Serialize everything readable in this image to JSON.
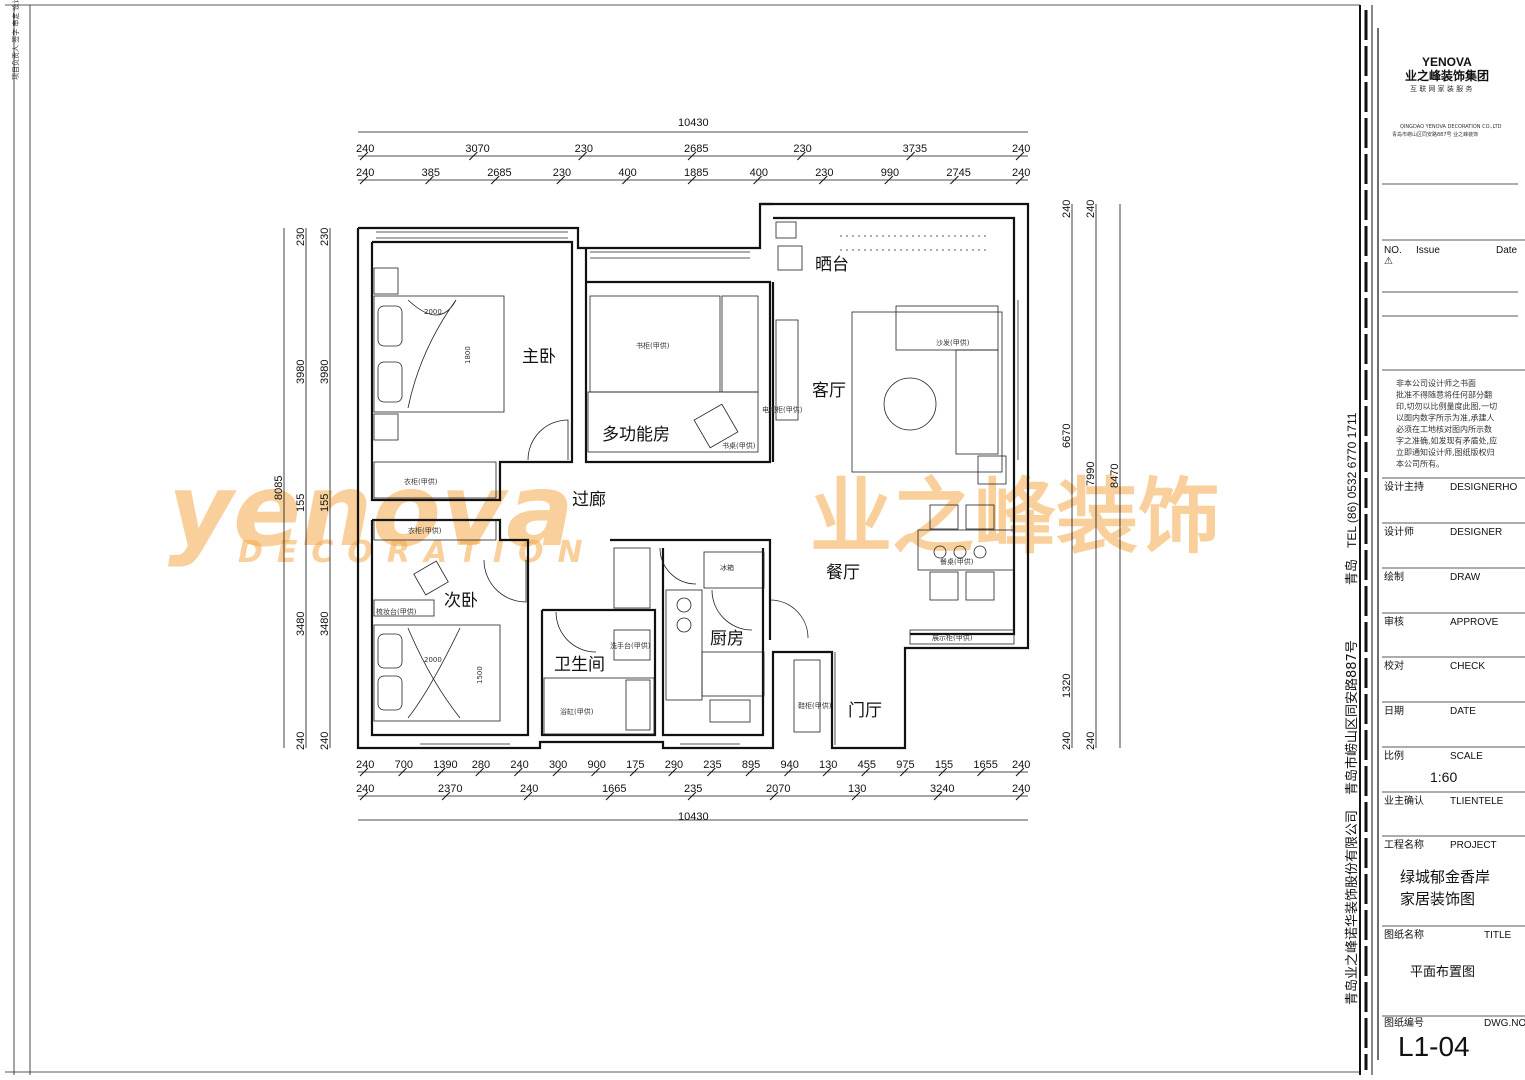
{
  "rooms": {
    "master_bedroom": "主卧",
    "multi_room": "多功能房",
    "balcony": "晒台",
    "living_room": "客厅",
    "corridor": "过廊",
    "second_bedroom": "次卧",
    "dining_room": "餐厅",
    "kitchen": "厨房",
    "bathroom": "卫生间",
    "foyer": "门厅"
  },
  "furniture": {
    "sofa": "沙发(甲供)",
    "dining_table": "餐桌(甲供)",
    "wardrobe_master": "衣柜(甲供)",
    "wardrobe_second": "衣柜(甲供)",
    "desk_multi": "书桌(甲供)",
    "shelf_multi": "书柜(甲供)",
    "tv_cabinet": "电视柜(甲供)",
    "dresser_second": "梳妆台(甲供)",
    "display_cabinet": "展示柜(甲供)",
    "washbasin": "洗手台(甲供)",
    "bathtub": "浴缸(甲供)",
    "fridge": "冰箱",
    "shoe_cabinet": "鞋柜(甲供)",
    "bed_master_w": "2000",
    "bed_master_h": "1800",
    "bed_second_w": "2000",
    "bed_second_h": "1500"
  },
  "dims": {
    "top_total": "10430",
    "top1": [
      "240",
      "3070",
      "230",
      "2685",
      "230",
      "3735",
      "240"
    ],
    "top2": [
      "240",
      "385",
      "2685",
      "230",
      "400",
      "1885",
      "400",
      "230",
      "990",
      "2745",
      "240"
    ],
    "bottom1": [
      "240",
      "700",
      "1390",
      "280",
      "240",
      "300",
      "900",
      "175",
      "290",
      "235",
      "895",
      "940",
      "130",
      "455",
      "975",
      "155",
      "1655",
      "240"
    ],
    "bottom2": [
      "240",
      "2370",
      "240",
      "1665",
      "235",
      "2070",
      "130",
      "3240",
      "240"
    ],
    "bottom_total": "10430",
    "left1": [
      "230",
      "230",
      "3980",
      "3980",
      "155",
      "155",
      "3480",
      "3480",
      "240",
      "240"
    ],
    "left_total": "8085",
    "right1": [
      "240",
      "240",
      "6670",
      "7990",
      "8470",
      "1320",
      "240",
      "240"
    ]
  },
  "title_block": {
    "logo_en": "YENOVA",
    "logo_cn": "业之峰装饰集团",
    "logo_sub": "互 联 网 家 装 服 务",
    "company_en": "QINGDAO YENOVA DECORATION CO.,LTD",
    "address_small": "青岛市崂山区同安路887号 业之峰装饰",
    "no_label": "NO.",
    "issue_label": "Issue",
    "date_label": "Date",
    "notice": [
      "非本公司设计师之书面",
      "批准不得随意将任何部分翻",
      "印,切勿以比例量度此图,一切",
      "以图内数字所示为准,承建人",
      "必须在工地核对图内所示数",
      "字之准确,如发现有矛盾处,应",
      "立即通知设计师,图纸版权归",
      "本公司所有。"
    ],
    "rows": [
      {
        "cn": "设计主持",
        "en": "DESIGNERHO"
      },
      {
        "cn": "设计师",
        "en": "DESIGNER"
      },
      {
        "cn": "绘制",
        "en": "DRAW"
      },
      {
        "cn": "审核",
        "en": "APPROVE"
      },
      {
        "cn": "校对",
        "en": "CHECK"
      },
      {
        "cn": "日期",
        "en": "DATE"
      },
      {
        "cn": "比例",
        "en": "SCALE"
      },
      {
        "cn": "业主确认",
        "en": "TLIENTELE"
      },
      {
        "cn": "工程名称",
        "en": "PROJECT"
      }
    ],
    "scale_value": "1:60",
    "project_line1": "绿城郁金香岸",
    "project_line2": "家居装饰图",
    "title_cn": "图纸名称",
    "title_en": "TITLE",
    "drawing_title": "平面布置图",
    "dwg_cn": "图纸编号",
    "dwg_en": "DWG.NO",
    "dwg_no": "L1-04",
    "vertical_company": "青岛业之峰诺华装饰股份有限公司",
    "vertical_address": "青岛市崂山区同安路887号",
    "vertical_city": "青岛",
    "vertical_tel": "TEL (86) 0532 6770 1711",
    "margin_text": "项目负责人 签字 审定 设计 校对"
  },
  "watermark": {
    "brand": "yenova",
    "cn": "业之峰装饰",
    "sub": "DECORATION"
  },
  "colors": {
    "watermark": "#f5a84a",
    "line": "#111111"
  }
}
